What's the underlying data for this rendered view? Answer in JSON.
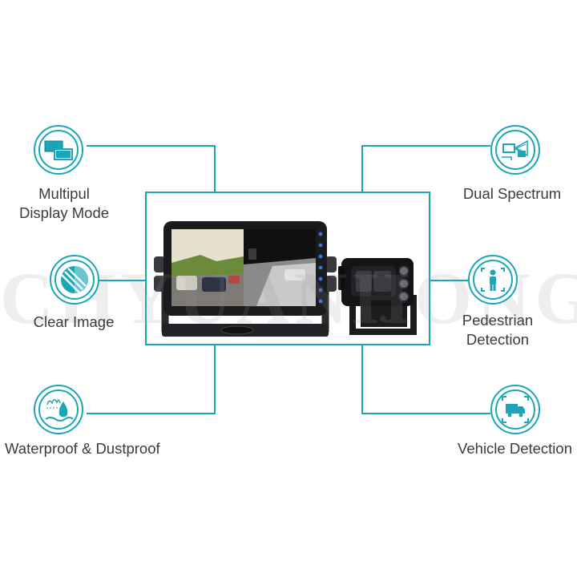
{
  "features": {
    "multi_display": {
      "label_line1": "Multipul",
      "label_line2": "Display Mode",
      "icon": "split-screen-icon"
    },
    "clear_image": {
      "label": "Clear Image",
      "icon": "lens-icon"
    },
    "waterproof": {
      "label": "Waterproof & Dustproof",
      "icon": "water-drop-icon"
    },
    "dual_spectrum": {
      "label": "Dual Spectrum",
      "icon": "camera-beam-icon"
    },
    "pedestrian": {
      "label_line1": "Pedestrian",
      "label_line2": "Detection",
      "icon": "person-icon"
    },
    "vehicle": {
      "label": "Vehicle Detection",
      "icon": "truck-icon"
    }
  },
  "watermark": "CHYUANHONG",
  "colors": {
    "accent": "#1aa6b7",
    "text": "#3b3b3b",
    "monitor": "#1b1b1e",
    "camera": "#141416"
  }
}
